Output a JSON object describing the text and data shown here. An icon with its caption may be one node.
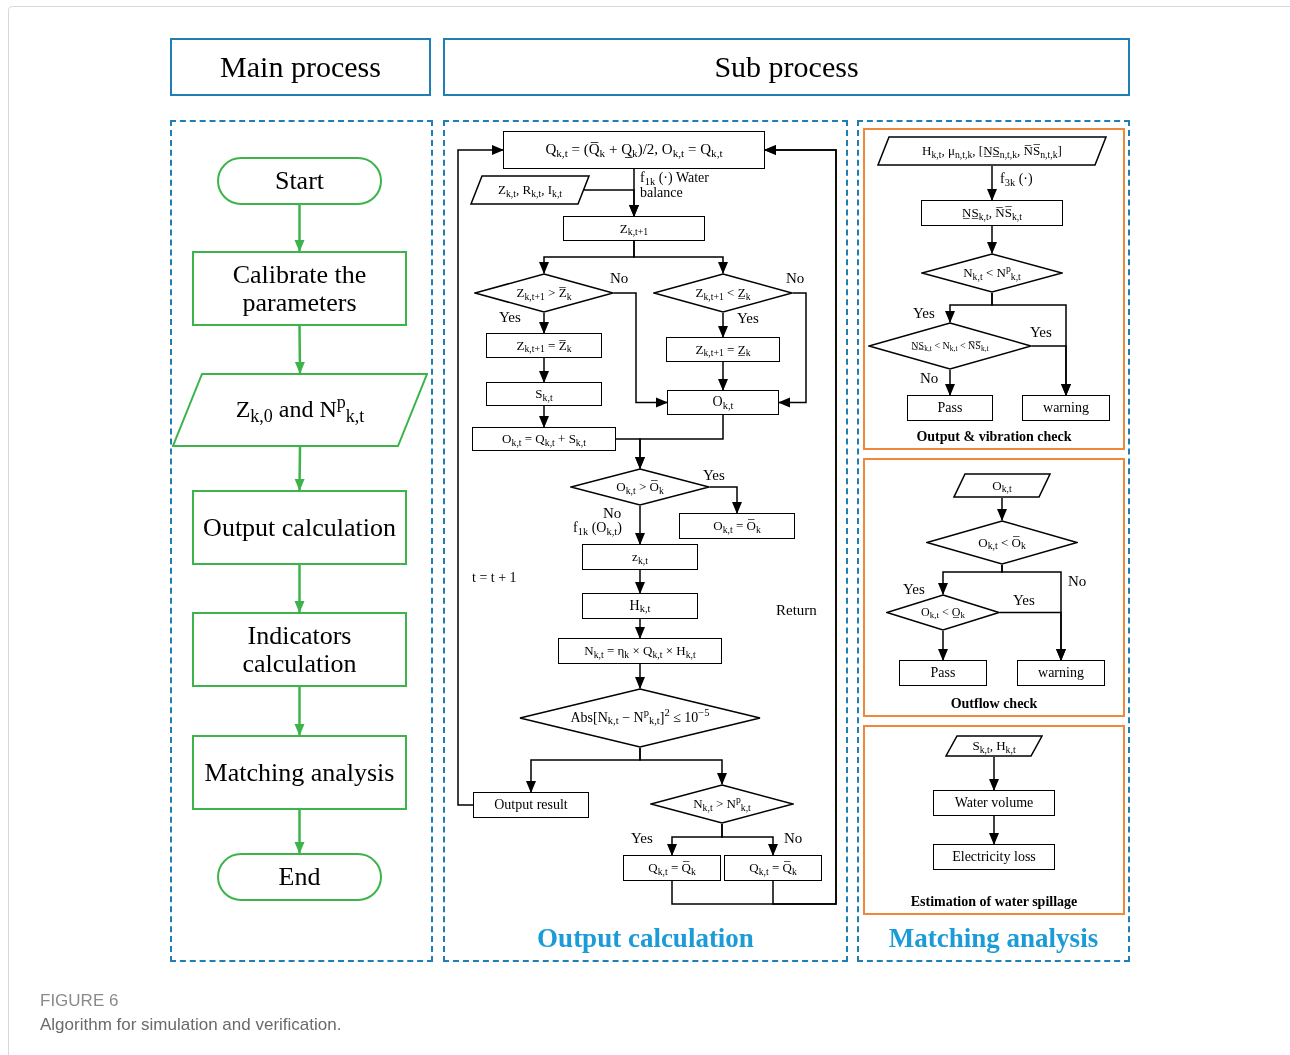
{
  "diagram": {
    "title": "FIGURE 6",
    "caption": "Algorithm for simulation and verification.",
    "nodes": [
      {
        "text": [
          "Main process"
        ]
      },
      {
        "text": [
          "Sub process"
        ]
      },
      {
        "text": [],
        "shape": "box"
      },
      {
        "text": [
          "Start"
        ],
        "in": 2
      },
      {
        "text": [
          "Calibrate the parameters"
        ],
        "in": 2
      },
      {
        "text": [
          "Z$_{k,0}$ and N$^{p}$$_{k,t}$"
        ],
        "in": 2
      },
      {
        "text": [
          "Output calculation"
        ],
        "in": 2
      },
      {
        "text": [
          "Indicators calculation"
        ],
        "in": 2
      },
      {
        "text": [
          "Matching analysis"
        ],
        "in": 2
      },
      {
        "text": [
          "End"
        ],
        "in": 2
      },
      {
        "text": [
          "Output calculation"
        ]
      },
      {
        "text": [
          "Q$_{k,t}$ = (Q̅$_{k}$ + Q̲$_{k}$)/2, O$_{k,t}$ = Q$_{k,t}$"
        ],
        "in": 10
      },
      {
        "text": [
          "Z$_{k,t}$, R$_{k,t}$, I$_{k,t}$"
        ],
        "in": 10
      },
      {
        "text": [
          "Z$_{k,t+1}$"
        ],
        "in": 10
      },
      {
        "text": [
          "Z$_{k,t+1}$ > Z̅$_{k}$"
        ],
        "in": 10
      },
      {
        "text": [
          "Z$_{k,t+1}$ < Z̲$_{k}$"
        ],
        "in": 10
      },
      {
        "text": [
          "Z$_{k,t+1}$ = Z̅$_{k}$"
        ],
        "in": 10
      },
      {
        "text": [
          "Z$_{k,t+1}$ = Z̲$_{k}$"
        ],
        "in": 10
      },
      {
        "text": [
          "S$_{k,t}$"
        ],
        "in": 10
      },
      {
        "text": [
          "O$_{k,t}$"
        ],
        "in": 10
      },
      {
        "text": [
          "O$_{k,t}$ = Q$_{k,t}$ + S$_{k,t}$"
        ],
        "in": 10
      },
      {
        "text": [
          "O$_{k,t}$ > O̅$_{k}$"
        ],
        "in": 10
      },
      {
        "text": [
          "O$_{k,t}$ = O̅$_{k}$"
        ],
        "in": 10
      },
      {
        "text": [
          "z$_{k,t}$"
        ],
        "in": 10
      },
      {
        "text": [
          "H$_{k,t}$"
        ],
        "in": 10
      },
      {
        "text": [
          "N$_{k,t}$ = η$_{k}$ × Q$_{k,t}$ × H$_{k,t}$"
        ],
        "in": 10
      },
      {
        "text": [
          "Abs[N$_{k,t}$ − N$^{p}$$_{k,t}$]$^{2}$ ≤ 10$^{−5}$"
        ],
        "in": 10
      },
      {
        "text": [
          "Output result"
        ],
        "in": 10
      },
      {
        "text": [
          "N$_{k,t}$ > N$^{p}$$_{k,t}$"
        ],
        "in": 10
      },
      {
        "text": [
          "Q$_{k,t}$ = Q̅$_{k}$"
        ],
        "in": 10
      },
      {
        "text": [
          "Q$_{k,t}$ = Q̅$_{k}$"
        ],
        "in": 10
      },
      {
        "text": [
          "Matching analysis"
        ]
      },
      {
        "text": [
          "Output & vibration check"
        ],
        "in": 31
      },
      {
        "text": [
          "H$_{k,t}$, μ$_{n,t,k}$, [N̲S̲$_{n,t,k}$, N̅S̅$_{n,t,k}$]"
        ],
        "in": 32
      },
      {
        "text": [
          "N̲S̲$_{k,t}$, N̅S̅$_{k,t}$"
        ],
        "in": 32
      },
      {
        "text": [
          "N$_{k,t}$ < N$^{p}$$_{k,t}$"
        ],
        "in": 32
      },
      {
        "text": [
          "N̲S̲$_{k,t}$ < N$_{k,t}$ < N̅S̅$_{k,t}$"
        ],
        "in": 32
      },
      {
        "text": [
          "Pass"
        ],
        "in": 32
      },
      {
        "text": [
          "warning"
        ],
        "in": 32
      },
      {
        "text": [
          "Outflow check"
        ],
        "in": 31
      },
      {
        "text": [
          "O$_{k,t}$"
        ],
        "in": 39
      },
      {
        "text": [
          "O$_{k,t}$ < O̅$_{k}$"
        ],
        "in": 39
      },
      {
        "text": [
          "O$_{k,t}$ < O̲$_{k}$"
        ],
        "in": 39
      },
      {
        "text": [
          "Pass"
        ],
        "in": 39
      },
      {
        "text": [
          "warning"
        ],
        "in": 39
      },
      {
        "text": [
          "Estimation of water spillage"
        ],
        "in": 31
      },
      {
        "text": [
          "S$_{k,t}$, H$_{k,t}$"
        ],
        "in": 45
      },
      {
        "text": [
          "Water volume"
        ],
        "in": 45
      },
      {
        "text": [
          "Electricity loss"
        ],
        "in": 45
      }
    ],
    "edges": [
      {
        "from": 3,
        "to": 4,
        "arrow": "to",
        "color": "#3cb44b"
      },
      {
        "from": 4,
        "to": 5,
        "arrow": "to",
        "color": "#3cb44b"
      },
      {
        "from": 5,
        "to": 6,
        "arrow": "to",
        "color": "#3cb44b"
      },
      {
        "from": 6,
        "to": 7,
        "arrow": "to",
        "color": "#3cb44b"
      },
      {
        "from": 7,
        "to": 8,
        "arrow": "to",
        "color": "#3cb44b"
      },
      {
        "from": 8,
        "to": 9,
        "arrow": "to",
        "color": "#3cb44b"
      },
      {
        "from": 11,
        "to": 13,
        "arrow": "to",
        "label": "f$_{1k}$ (·) Water balance"
      },
      {
        "from": 12,
        "to": 13,
        "arrow": "to"
      },
      {
        "from": 13,
        "to": 14,
        "arrow": "to"
      },
      {
        "from": 13,
        "to": 15,
        "arrow": "to"
      },
      {
        "from": 14,
        "to": 16,
        "arrow": "to",
        "label": "Yes"
      },
      {
        "from": 14,
        "to": 19,
        "arrow": "to",
        "label": "No"
      },
      {
        "from": 15,
        "to": 17,
        "arrow": "to",
        "label": "Yes"
      },
      {
        "from": 15,
        "to": 19,
        "arrow": "to",
        "label": "No"
      },
      {
        "from": 16,
        "to": 18,
        "arrow": "to"
      },
      {
        "from": 18,
        "to": 20,
        "arrow": "to"
      },
      {
        "from": 17,
        "to": 19,
        "arrow": "to"
      },
      {
        "from": 20,
        "to": 21,
        "arrow": "to"
      },
      {
        "from": 19,
        "to": 21,
        "arrow": "to"
      },
      {
        "from": 21,
        "to": 22,
        "arrow": "to",
        "label": "Yes"
      },
      {
        "from": 21,
        "to": 23,
        "arrow": "to",
        "label": "No"
      },
      {
        "from": 23,
        "to": 24,
        "arrow": "to"
      },
      {
        "from": 24,
        "to": 25,
        "arrow": "to"
      },
      {
        "from": 25,
        "to": 26,
        "arrow": "to"
      },
      {
        "from": 26,
        "to": 27,
        "arrow": "to"
      },
      {
        "from": 26,
        "to": 28,
        "arrow": "to"
      },
      {
        "from": 27,
        "to": 11,
        "arrow": "to",
        "label": "t = t + 1"
      },
      {
        "from": 28,
        "to": 29,
        "arrow": "to",
        "label": "Yes"
      },
      {
        "from": 28,
        "to": 30,
        "arrow": "to",
        "label": "No"
      },
      {
        "from": 29,
        "to": 11,
        "arrow": "to"
      },
      {
        "from": 30,
        "to": 11,
        "arrow": "to",
        "label": "Return"
      },
      {
        "from": 33,
        "to": 34,
        "arrow": "to",
        "label": "f$_{3k}$ (·)"
      },
      {
        "from": 34,
        "to": 35,
        "arrow": "to"
      },
      {
        "from": 35,
        "to": 36,
        "arrow": "to",
        "label": "Yes"
      },
      {
        "from": 35,
        "to": 38,
        "arrow": "to"
      },
      {
        "from": 36,
        "to": 38,
        "arrow": "to",
        "label": "Yes"
      },
      {
        "from": 36,
        "to": 37,
        "arrow": "to",
        "label": "No"
      },
      {
        "from": 40,
        "to": 41,
        "arrow": "to"
      },
      {
        "from": 41,
        "to": 42,
        "arrow": "to",
        "label": "Yes"
      },
      {
        "from": 41,
        "to": 44,
        "arrow": "to",
        "label": "No"
      },
      {
        "from": 42,
        "to": 44,
        "arrow": "to",
        "label": "Yes"
      },
      {
        "from": 42,
        "to": 43,
        "arrow": "to"
      },
      {
        "from": 46,
        "to": 47,
        "arrow": "to"
      },
      {
        "from": 47,
        "to": 48,
        "arrow": "to"
      }
    ],
    "labels": [
      "f$_{1k}$ (O$_{k,t}$)"
    ]
  }
}
